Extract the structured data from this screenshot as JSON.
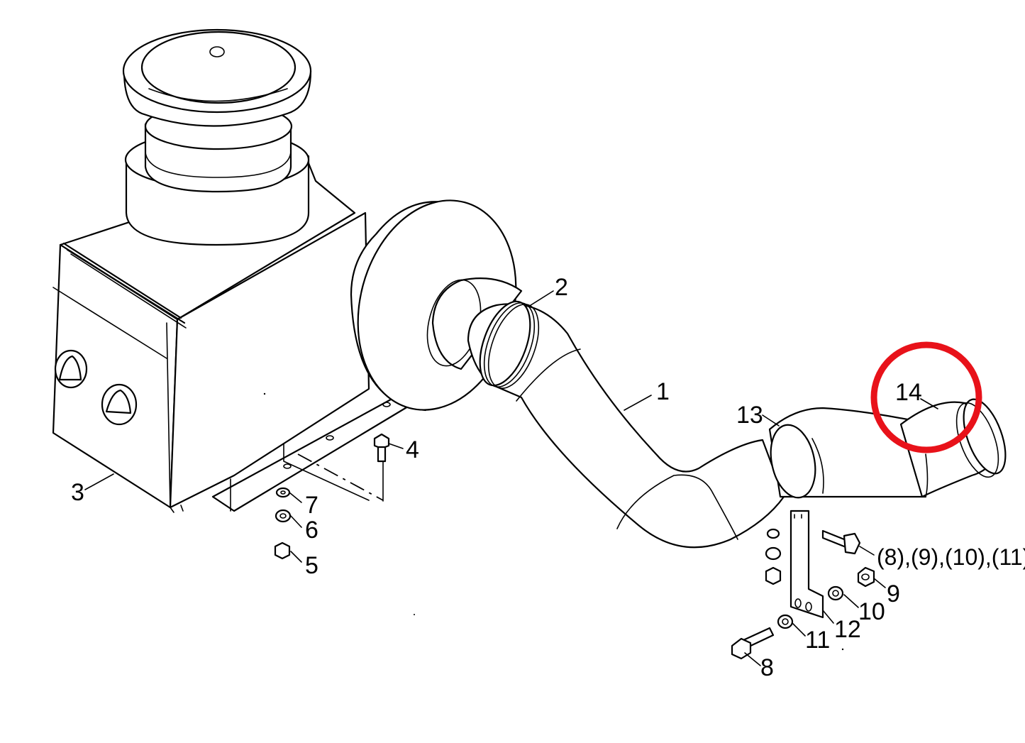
{
  "callouts": {
    "c1": "1",
    "c2": "2",
    "c3": "3",
    "c4": "4",
    "c5": "5",
    "c6": "6",
    "c7": "7",
    "c8": "8",
    "c8_group": "(8),(9),(10),(11)",
    "c9": "9",
    "c10": "10",
    "c11": "11",
    "c12": "12",
    "c13": "13",
    "c14": "14"
  },
  "highlight": {
    "target": "14",
    "color": "#e8121a"
  }
}
